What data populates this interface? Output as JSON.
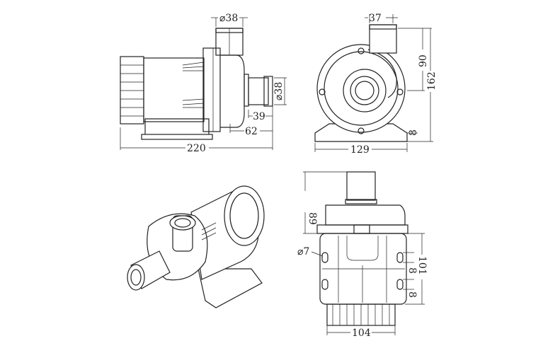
{
  "title": "Pump dimension drawing",
  "side_view": {
    "outlet_diameter": "⌀38",
    "inlet_diameter": "⌀38",
    "inlet_length": "39",
    "inlet_offset": "62",
    "overall_length": "220"
  },
  "front_view": {
    "outlet_offset": "37",
    "center_height": "90",
    "overall_height": "162",
    "base_thickness": "8",
    "overall_width": "129"
  },
  "bottom_view": {
    "outlet_length": "89",
    "hole_diameter": "⌀7",
    "slot_length_1": "8",
    "slot_length_2": "8",
    "hole_spacing": "101",
    "base_width": "104"
  }
}
